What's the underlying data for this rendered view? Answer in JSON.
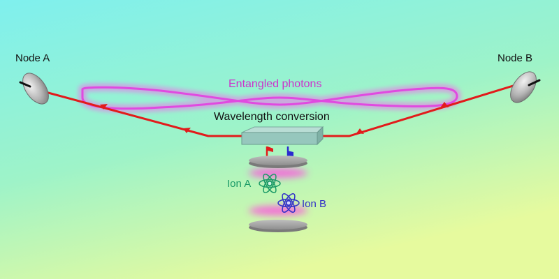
{
  "labels": {
    "node_a": "Node A",
    "node_b": "Node B",
    "entangled_photons": "Entangled photons",
    "wavelength_conversion": "Wavelength conversion",
    "ion_a": "Ion A",
    "ion_b": "Ion B"
  },
  "colors": {
    "background_gradient": [
      "#7ff0ee",
      "#9ef3c8",
      "#e6fa9e"
    ],
    "fiber": "#e21b1b",
    "photon_glow": "#e23fe0",
    "photon_label": "#cc33cc",
    "ion_a": "#1a9a66",
    "ion_b": "#3030c8",
    "crystal": "#96c7bd",
    "electrode": "#a7a7a7",
    "dish": "#b8b8b8"
  },
  "icons": {
    "node_a": "satellite-dish-icon",
    "node_b": "satellite-dish-icon",
    "ion_a": "atom-icon",
    "ion_b": "atom-icon",
    "flag_red": "flag-icon",
    "flag_blue": "flag-icon"
  }
}
